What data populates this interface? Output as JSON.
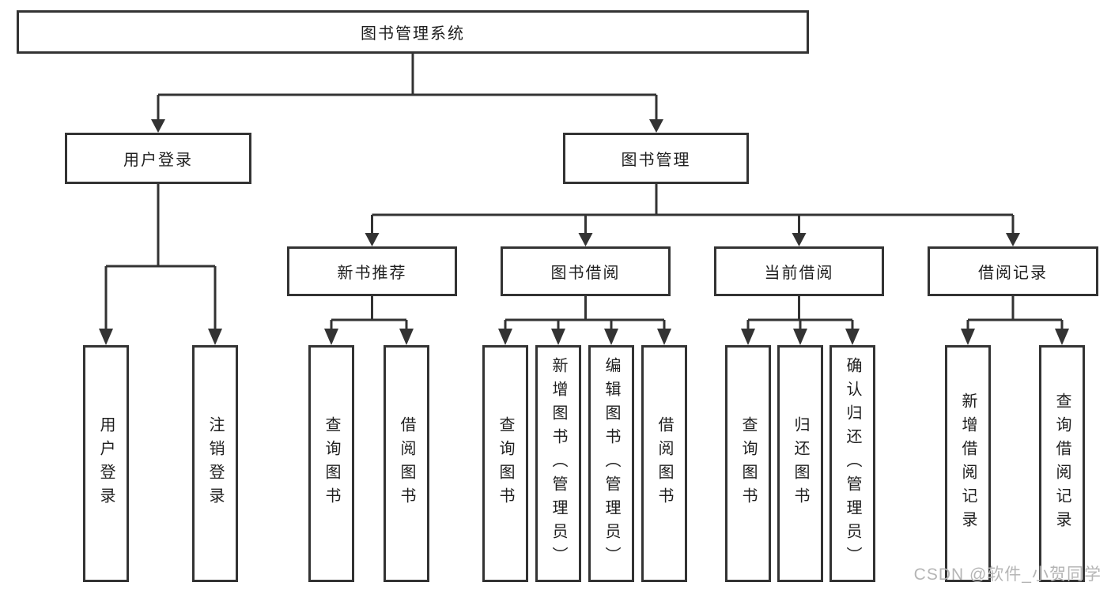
{
  "colors": {
    "line": "#333333",
    "text": "#1f1f1f",
    "background": "#ffffff",
    "watermark": "#b5b5b5"
  },
  "nodes": {
    "root": {
      "label": "图书管理系统"
    },
    "user_login": {
      "label": "用户登录",
      "children": [
        "用户登录",
        "注销登录"
      ]
    },
    "book_mgmt": {
      "label": "图书管理"
    },
    "sections": [
      {
        "label": "新书推荐",
        "children": [
          "查询图书",
          "借阅图书"
        ]
      },
      {
        "label": "图书借阅",
        "children": [
          "查询图书",
          "新增图书（管理员）",
          "编辑图书（管理员）",
          "借阅图书"
        ]
      },
      {
        "label": "当前借阅",
        "children": [
          "查询图书",
          "归还图书",
          "确认归还（管理员）"
        ]
      },
      {
        "label": "借阅记录",
        "children": [
          "新增借阅记录",
          "查询借阅记录"
        ]
      }
    ]
  },
  "watermark": "CSDN @软件_小贺同学"
}
